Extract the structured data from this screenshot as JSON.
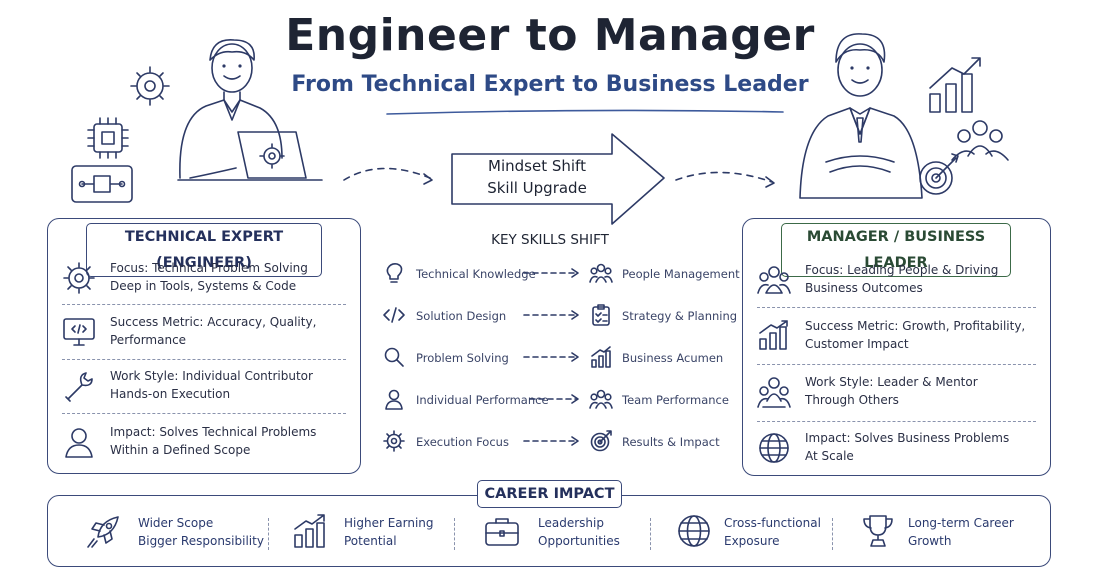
{
  "header": {
    "title": "Engineer to Manager",
    "subtitle": "From Technical Expert to Business Leader"
  },
  "center_arrow": {
    "line1": "Mindset Shift",
    "line2": "Skill Upgrade"
  },
  "left_panel": {
    "title": "TECHNICAL EXPERT (ENGINEER)",
    "items": [
      {
        "icon": "gear-icon",
        "line1": "Focus:  Technical Problem Solving",
        "line2": "Deep in Tools, Systems & Code"
      },
      {
        "icon": "monitor-code-icon",
        "line1": "Success Metric:  Accuracy, Quality,",
        "line2": "Performance"
      },
      {
        "icon": "wrench-icon",
        "line1": "Work Style:  Individual Contributor",
        "line2": "Hands-on Execution"
      },
      {
        "icon": "person-icon",
        "line1": "Impact:  Solves Technical Problems",
        "line2": "Within a Defined Scope"
      }
    ]
  },
  "right_panel": {
    "title": "MANAGER / BUSINESS LEADER",
    "items": [
      {
        "icon": "people-group-icon",
        "line1": "Focus:  Leading People & Driving",
        "line2": "Business Outcomes"
      },
      {
        "icon": "growth-chart-icon",
        "line1": "Success Metric:  Growth, Profitability,",
        "line2": "Customer Impact"
      },
      {
        "icon": "mentor-group-icon",
        "line1": "Work Style:  Leader & Mentor",
        "line2": "Through Others"
      },
      {
        "icon": "globe-icon",
        "line1": "Impact:  Solves Business Problems",
        "line2": "At Scale"
      }
    ]
  },
  "skills_shift": {
    "title": "KEY SKILLS SHIFT",
    "rows": [
      {
        "from": "Technical Knowledge",
        "from_icon": "lightbulb-icon",
        "to": "People Management",
        "to_icon": "people-icon"
      },
      {
        "from": "Solution Design",
        "from_icon": "code-brackets-icon",
        "to": "Strategy & Planning",
        "to_icon": "checklist-icon"
      },
      {
        "from": "Problem Solving",
        "from_icon": "magnifier-icon",
        "to": "Business Acumen",
        "to_icon": "bar-chart-icon"
      },
      {
        "from": "Individual Performance",
        "from_icon": "person-icon",
        "to": "Team Performance",
        "to_icon": "team-icon"
      },
      {
        "from": "Execution Focus",
        "from_icon": "gear-icon",
        "to": "Results & Impact",
        "to_icon": "target-icon"
      }
    ]
  },
  "career_impact": {
    "title": "CAREER IMPACT",
    "items": [
      {
        "icon": "rocket-icon",
        "line1": "Wider Scope",
        "line2": "Bigger Responsibility"
      },
      {
        "icon": "growth-chart-icon",
        "line1": "Higher Earning",
        "line2": "Potential"
      },
      {
        "icon": "briefcase-icon",
        "line1": "Leadership",
        "line2": "Opportunities"
      },
      {
        "icon": "globe-icon",
        "line1": "Cross-functional",
        "line2": "Exposure"
      },
      {
        "icon": "trophy-icon",
        "line1": "Long-term Career",
        "line2": "Growth"
      }
    ]
  },
  "colors": {
    "ink": "#27314f",
    "accent_blue": "#2e4a86",
    "manager_green": "#2f5d3a",
    "suit": "#4a5a8c"
  }
}
